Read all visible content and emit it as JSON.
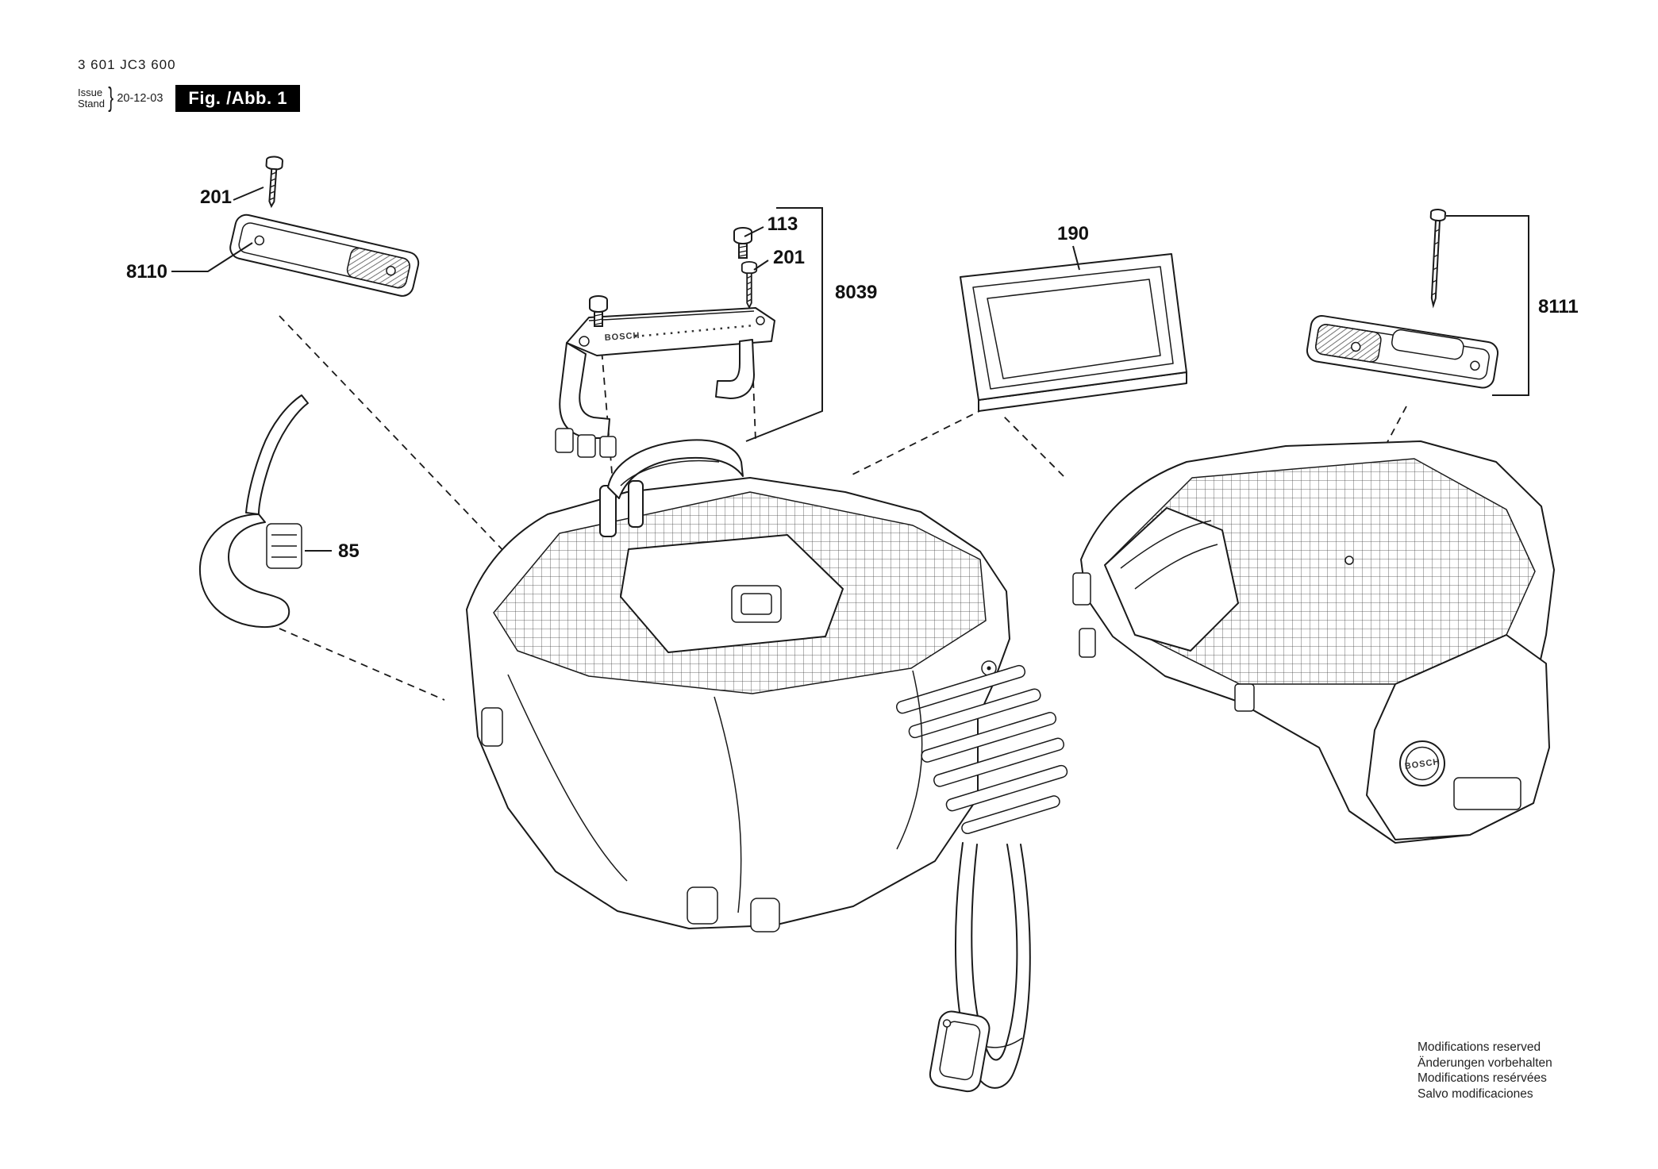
{
  "page": {
    "background": "#ffffff",
    "ink": "#1a1a1a",
    "fig_box_bg": "#000000",
    "fig_box_text": "#ffffff"
  },
  "header": {
    "model_number": "3 601 JC3 600",
    "issue_label": "Issue",
    "stand_label": "Stand",
    "brace": "}",
    "date": "20-12-03",
    "figure_label": "Fig. /Abb. 1"
  },
  "labels": {
    "screw_top_left": "201",
    "strip_left": "8110",
    "cap_mid": "113",
    "screw_mid": "201",
    "bracket": "8039",
    "filter": "190",
    "strip_right": "8111",
    "clamp": "85"
  },
  "brand": {
    "bracket_logo": "BOSCH",
    "cover_logo": "BOSCH"
  },
  "footer": {
    "lines": [
      "Modifications reserved",
      "Änderungen vorbehalten",
      "Modifications resérvées",
      "Salvo modificaciones"
    ]
  }
}
